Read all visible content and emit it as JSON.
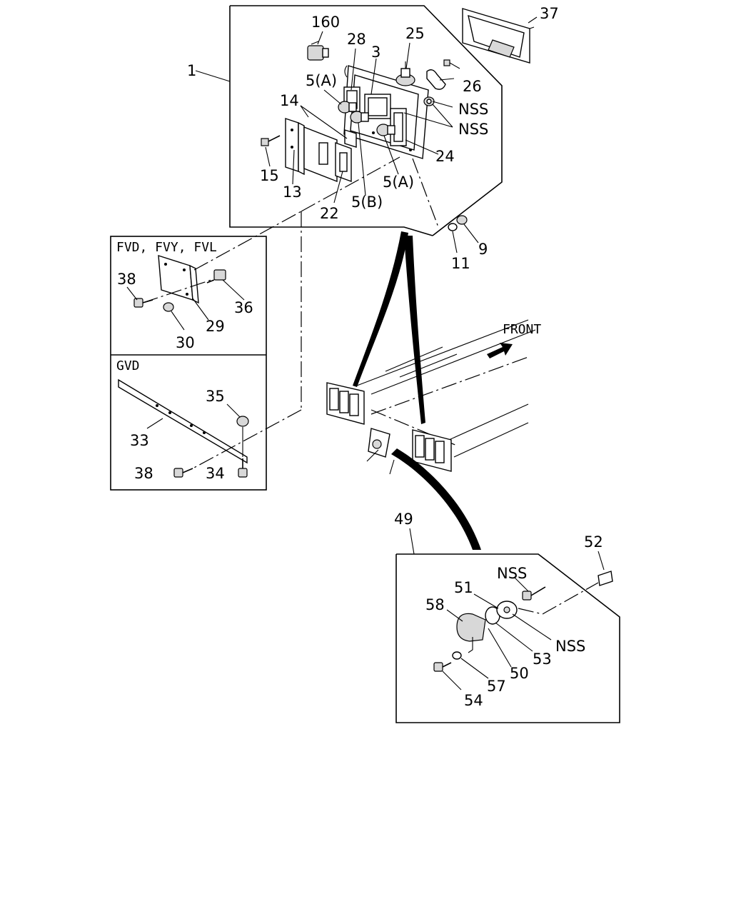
{
  "labels": {
    "p1": "1",
    "p160": "160",
    "p28": "28",
    "p3": "3",
    "p25": "25",
    "p37": "37",
    "p26": "26",
    "nss1": "NSS",
    "nss2": "NSS",
    "p5a1": "5(A)",
    "p14": "14",
    "p15": "15",
    "p13": "13",
    "p22": "22",
    "p5b": "5(B)",
    "p5a2": "5(A)",
    "p24": "24",
    "p11": "11",
    "p9": "9",
    "p38a": "38",
    "p36": "36",
    "p29": "29",
    "p30": "30",
    "p35": "35",
    "p33": "33",
    "p38b": "38",
    "p34": "34",
    "front": "FRONT",
    "p49": "49",
    "p52": "52",
    "nss3": "NSS",
    "p51": "51",
    "p58": "58",
    "nss4": "NSS",
    "p53": "53",
    "p50": "50",
    "p57": "57",
    "p54": "54"
  },
  "boxes": {
    "upper_title": "FVD, FVY, FVL",
    "lower_title": "GVD"
  },
  "icons": {
    "front_arrow": "arrow-icon"
  }
}
